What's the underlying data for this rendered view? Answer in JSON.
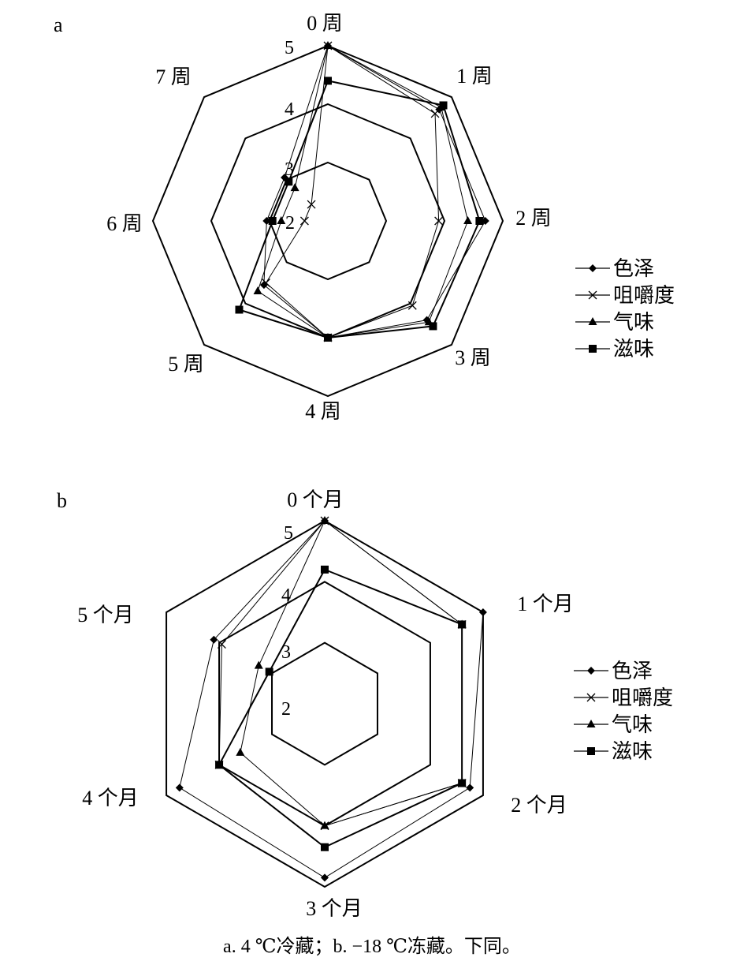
{
  "caption": "a. 4 ℃冷藏；b. −18 ℃冻藏。下同。",
  "chart_data": [
    {
      "type": "radar",
      "panel": "a",
      "categories": [
        "0 周",
        "1 周",
        "2 周",
        "3 周",
        "4 周",
        "5 周",
        "6 周",
        "7 周"
      ],
      "rings": [
        3,
        4,
        5
      ],
      "ring_labels": [
        "5",
        "4",
        "3",
        "2"
      ],
      "rlim": [
        2,
        5
      ],
      "series": [
        {
          "name": "色泽",
          "marker": "diamond",
          "values": [
            5.0,
            4.7,
            4.7,
            4.4,
            4.0,
            3.55,
            3.05,
            3.05
          ]
        },
        {
          "name": "咀嚼度",
          "marker": "x",
          "values": [
            5.0,
            4.6,
            3.9,
            4.05,
            4.0,
            3.5,
            2.4,
            2.4
          ]
        },
        {
          "name": "气味",
          "marker": "triangle",
          "values": [
            5.0,
            4.75,
            4.4,
            4.45,
            4.0,
            3.7,
            2.8,
            2.8
          ]
        },
        {
          "name": "滋味",
          "marker": "square",
          "values": [
            4.4,
            4.8,
            4.6,
            4.55,
            4.0,
            4.15,
            2.95,
            2.95
          ]
        }
      ],
      "legend": [
        "色泽",
        "咀嚼度",
        "气味",
        "滋味"
      ],
      "legend_position": "right"
    },
    {
      "type": "radar",
      "panel": "b",
      "categories": [
        "0 个月",
        "1 个月",
        "2 个月",
        "3 个月",
        "4 个月",
        "5 个月"
      ],
      "rings": [
        3,
        4,
        5
      ],
      "ring_labels": [
        "5",
        "4",
        "3",
        "2"
      ],
      "rlim": [
        2,
        5
      ],
      "series": [
        {
          "name": "色泽",
          "marker": "diamond",
          "values": [
            5.0,
            5.0,
            4.75,
            4.85,
            4.75,
            4.1
          ]
        },
        {
          "name": "咀嚼度",
          "marker": "x",
          "values": [
            5.0,
            4.6,
            4.6,
            4.0,
            4.0,
            3.95
          ]
        },
        {
          "name": "气味",
          "marker": "triangle",
          "values": [
            5.0,
            4.6,
            4.6,
            4.0,
            3.6,
            3.25
          ]
        },
        {
          "name": "滋味",
          "marker": "square",
          "values": [
            4.2,
            4.6,
            4.6,
            4.35,
            4.0,
            3.05
          ]
        }
      ],
      "legend": [
        "色泽",
        "咀嚼度",
        "气味",
        "滋味"
      ],
      "legend_position": "right"
    }
  ]
}
